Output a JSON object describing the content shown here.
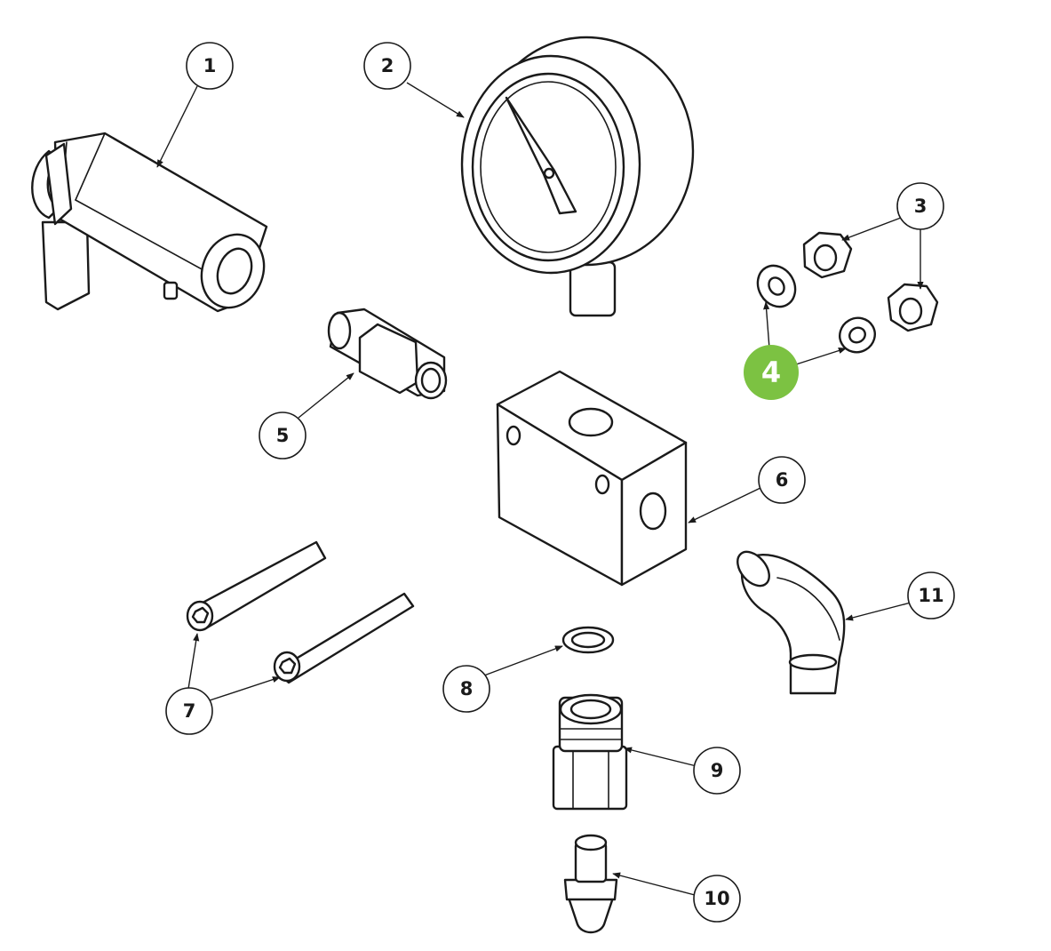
{
  "diagram": {
    "highlight_color": "#7cc242",
    "callouts": [
      {
        "label": "1",
        "highlighted": false
      },
      {
        "label": "2",
        "highlighted": false
      },
      {
        "label": "3",
        "highlighted": false
      },
      {
        "label": "4",
        "highlighted": true
      },
      {
        "label": "5",
        "highlighted": false
      },
      {
        "label": "6",
        "highlighted": false
      },
      {
        "label": "7",
        "highlighted": false
      },
      {
        "label": "8",
        "highlighted": false
      },
      {
        "label": "9",
        "highlighted": false
      },
      {
        "label": "10",
        "highlighted": false
      },
      {
        "label": "11",
        "highlighted": false
      }
    ]
  }
}
